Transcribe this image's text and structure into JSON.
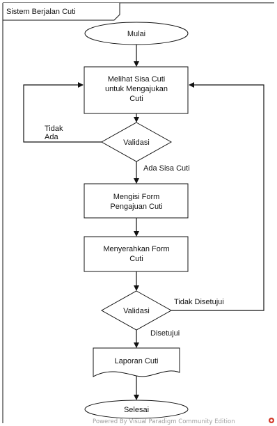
{
  "frame": {
    "title": "Sistem Berjalan Cuti"
  },
  "nodes": {
    "start": {
      "label": "Mulai"
    },
    "check_leave": {
      "lines": [
        "Melihat Sisa Cuti",
        "untuk Mengajukan",
        "Cuti"
      ]
    },
    "validation_1": {
      "label": "Validasi"
    },
    "fill_form": {
      "lines": [
        "Mengisi Form",
        "Pengajuan Cuti"
      ]
    },
    "submit_form": {
      "lines": [
        "Menyerahkan Form",
        "Cuti"
      ]
    },
    "validation_2": {
      "label": "Validasi"
    },
    "report": {
      "label": "Laporan Cuti"
    },
    "end": {
      "label": "Selesai"
    }
  },
  "edges": {
    "no_balance": [
      "Tidak",
      "Ada"
    ],
    "has_balance": "Ada Sisa Cuti",
    "not_approved": "Tidak Disetujui",
    "approved": "Disetujui"
  },
  "watermark": "Powered By Visual Paradigm Community Edition"
}
